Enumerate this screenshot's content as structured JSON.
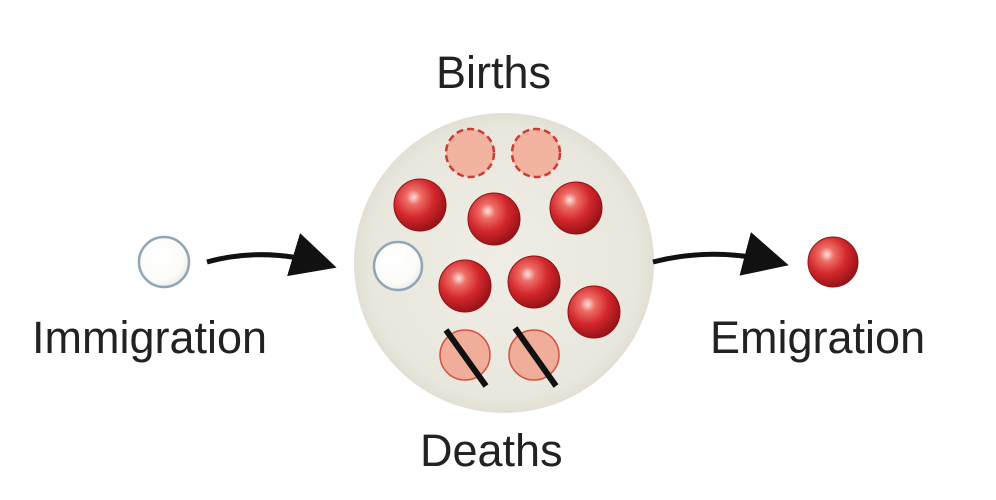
{
  "labels": {
    "births": "Births",
    "deaths": "Deaths",
    "immigration": "Immigration",
    "emigration": "Emigration"
  },
  "colors": {
    "population_fill": "#ebe9df",
    "individual_red": "#d42a2d",
    "birth_dashed_fill": "#f2b3a1",
    "birth_dashed_stroke": "#cf3a33",
    "death_fill": "#f0ad99",
    "immigrant_fill": "#ffffff",
    "immigrant_stroke": "#8fa6b8",
    "arrow": "#111111",
    "text": "#222222"
  },
  "icons": {
    "population": "population-circle",
    "individual": "red-sphere-individual",
    "birth": "dashed-circle-birth",
    "death": "crossed-circle-death",
    "immigrant": "white-sphere-immigrant",
    "arrow": "curved-arrow-icon"
  }
}
